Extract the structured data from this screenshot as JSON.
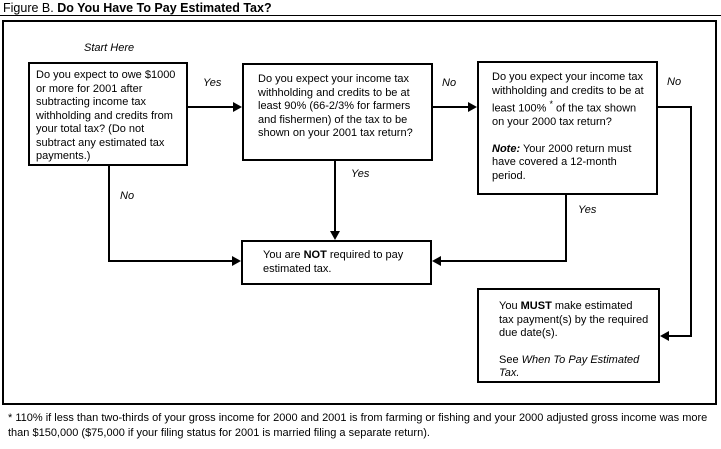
{
  "title": {
    "figure_label": "Figure B. ",
    "heading": "Do You Have To Pay Estimated Tax?"
  },
  "start_here": "Start Here",
  "boxes": {
    "box1": {
      "text": "Do you expect to owe $1000 or more for 2001 after subtracting income tax withholding and credits from your total tax? (Do not subtract any estimated tax payments.)"
    },
    "box2": {
      "text": "Do you expect your income tax withholding and credits to be at least 90% (66-2/3% for farmers and fishermen) of the tax to be shown on your 2001 tax return?"
    },
    "box3": {
      "q_pre": "Do you expect your income tax withholding and credits to be at least 100% ",
      "asterisk": "*",
      "q_post": " of the tax shown on your 2000 tax return?",
      "note_label": "Note:",
      "note_text": " Your 2000 return must have covered a 12-month period."
    },
    "not_box": {
      "pre": "You are ",
      "emph": "NOT",
      "post": " required to pay estimated tax."
    },
    "must_box": {
      "pre": "You ",
      "emph": "MUST",
      "post": " make estimated tax payment(s) by the required due date(s).",
      "see_pre": "See ",
      "see_ref": "When To Pay Estimated Tax."
    }
  },
  "labels": {
    "box1_yes": "Yes",
    "box1_no": "No",
    "box2_no": "No",
    "box2_yes": "Yes",
    "box3_no": "No",
    "box3_yes": "Yes"
  },
  "footnote": "* 110% if less than two-thirds of your gross income for 2000 and 2001 is from farming or fishing and your 2000 adjusted gross income was more than $150,000 ($75,000 if your filing status for 2001 is married filing a separate return).",
  "colors": {
    "ink": "#000000",
    "background": "#ffffff"
  }
}
